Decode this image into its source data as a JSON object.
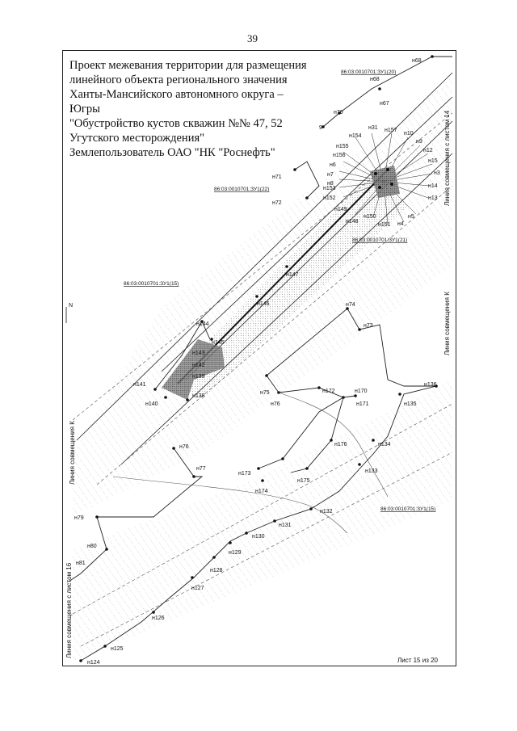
{
  "page_number": "39",
  "title_lines": [
    "Проект межевания территории для размещения",
    "линейного объекта регионального значения",
    "Ханты-Мансийского автономного округа –",
    "Югры",
    "\"Обустройство кустов скважин №№ 47, 52",
    "Угутского месторождения\"",
    "Землепользователь ОАО \"НК \"Роснефть\""
  ],
  "sheet_label": "Лист 15 из 20",
  "north_label": "N",
  "edge_labels": {
    "right_top": "Линия совмещения с листом 14",
    "right_bottom": "Линия совмещения К",
    "left_top": "Линия совмещения К",
    "left_bottom": "Линия совмещения с листом 16"
  },
  "cadastral_labels": {
    "zu20": "86:03:0010701:ЗУ1(20)",
    "zu22": "86:03:0010701:ЗУ1(22)",
    "zu21": "86:03:0010701:ЗУ1(21)",
    "zu15a": "86:03:0010701:ЗУ1(15)",
    "zu15b": "86:03:0010701:ЗУ1(15)"
  },
  "points": {
    "n68": "н68",
    "n69": "н68",
    "n67": "н67",
    "n70": "н70",
    "n9": "9",
    "n31": "н31",
    "n157": "н157",
    "n10": "н10",
    "n9b": "н9",
    "n154": "н154",
    "n155": "н155",
    "n156": "н156",
    "n12": "н12",
    "n15": "н15",
    "n6": "н6",
    "n7": "н7",
    "n8": "н8",
    "n3": "н3",
    "n14": "н14",
    "n71": "н71",
    "n153": "н153",
    "n152": "н152",
    "n13": "н13",
    "n149": "н149",
    "n72": "н72",
    "n150": "н150",
    "n148": "н148",
    "n151": "н151",
    "n5": "н5",
    "n4": "н4",
    "n147": "н147",
    "n146": "н146",
    "n74": "н74",
    "n73": "н73",
    "n144": "н144",
    "n145": "н145",
    "n143": "н143",
    "n142": "н142",
    "n141": "н141",
    "n139": "н139",
    "n138": "н138",
    "n140": "н140",
    "n136": "н136",
    "n75": "н75",
    "n172": "н172",
    "n170": "н170",
    "n76": "н76",
    "n171": "н171",
    "n135": "н135",
    "n176": "н176",
    "n134": "н134",
    "n76b": "н76",
    "n77": "н77",
    "n173": "н173",
    "n175": "н175",
    "n133": "н133",
    "n174": "н174",
    "n132": "н132",
    "n79": "н79",
    "n131": "н131",
    "n130": "н130",
    "n80": "н80",
    "n129": "н129",
    "n81": "н81",
    "n128": "н128",
    "n127": "н127",
    "n126": "н126",
    "n125": "н125",
    "n124": "н124"
  }
}
